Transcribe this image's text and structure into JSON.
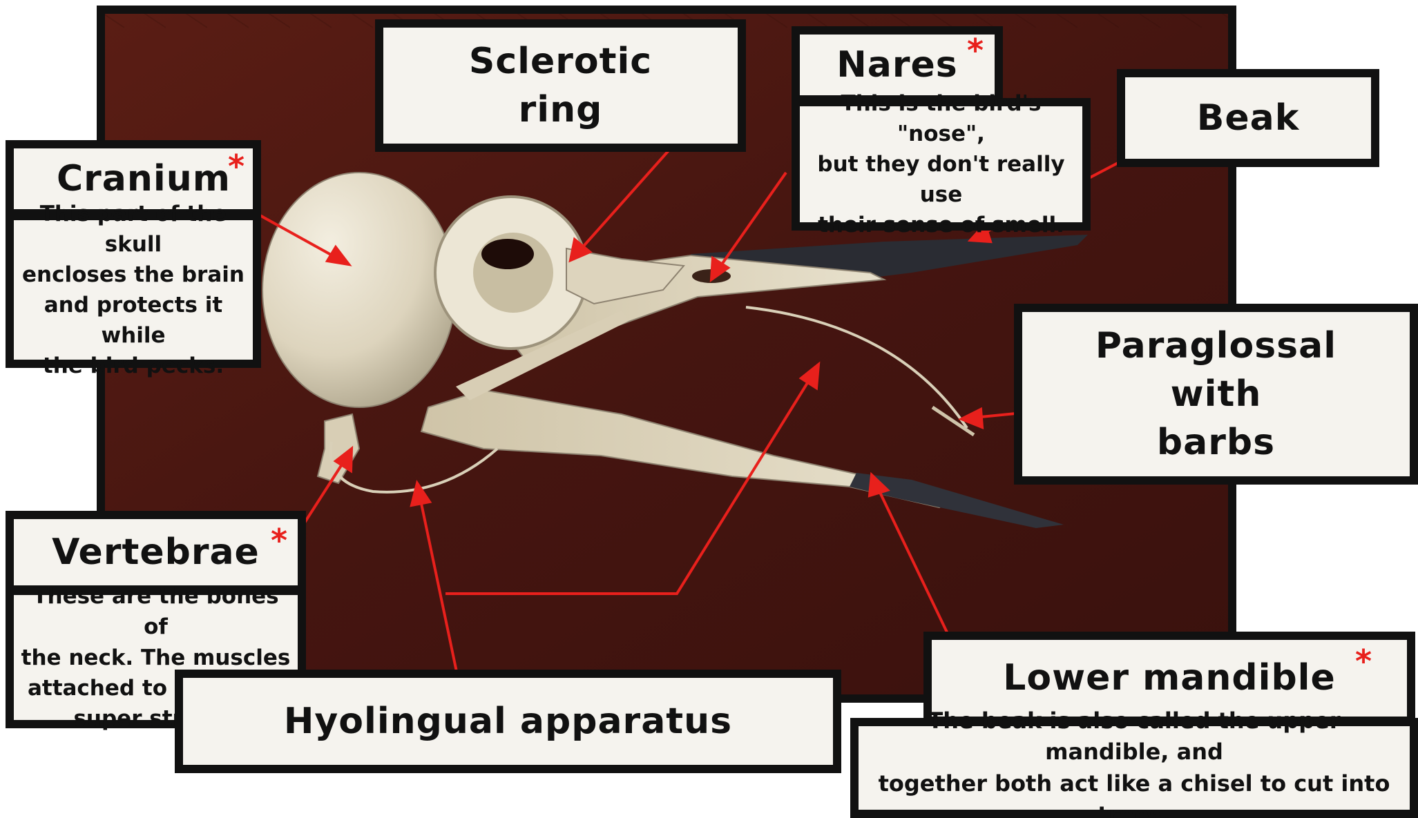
{
  "labels": {
    "sclerotic": "Sclerotic\nring",
    "nares": "Nares",
    "nares_desc": "This is the bird's \"nose\",\nbut they don't really use\ntheir sense of smell.",
    "beak": "Beak",
    "cranium": "Cranium",
    "cranium_desc": "This part of the skull\nencloses the brain\nand protects it while\nthe bird pecks.",
    "paraglossal": "Paraglossal\nwith\nbarbs",
    "vertebrae": "Vertebrae",
    "vertebrae_desc": "These are the bones of\nthe neck. The muscles\nattached to them are\nsuper strong!",
    "hyolingual": "Hyolingual apparatus",
    "lower_mandible": "Lower mandible",
    "lower_mandible_desc": "The beak is also called the upper mandible, and\ntogether both act like a chisel to cut into trees."
  },
  "asterisk": "*",
  "colors": {
    "arrow": "#e8201c",
    "box_fill": "#f5f3ee",
    "box_border": "#111111",
    "wood": "#4a1610",
    "bone": "#e6dfcc",
    "beak_tip": "#262830"
  }
}
